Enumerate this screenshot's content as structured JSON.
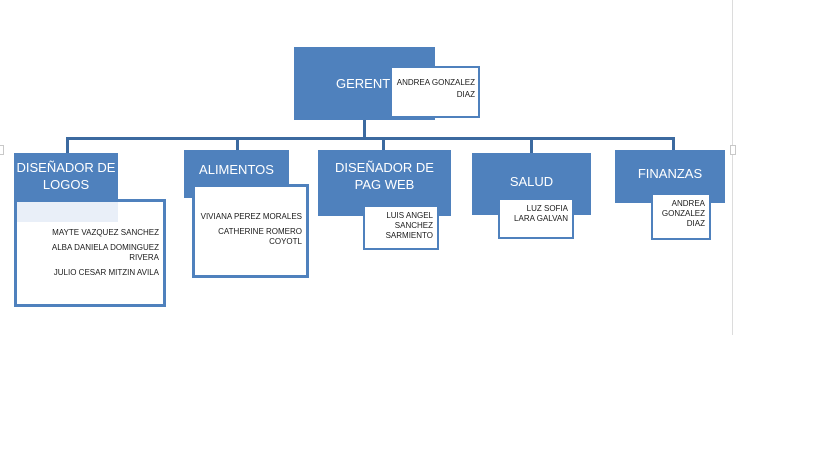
{
  "manager": {
    "title": "GERENTE",
    "name": "ANDREA GONZALEZ DIAZ"
  },
  "departments": [
    {
      "title": "DISEÑADOR DE LOGOS",
      "people": [
        "MAYTE VAZQUEZ SANCHEZ",
        "ALBA DANIELA DOMINGUEZ RIVERA",
        "JULIO CESAR MITZIN AVILA"
      ]
    },
    {
      "title": "ALIMENTOS",
      "people": [
        "VIVIANA PEREZ MORALES",
        "CATHERINE ROMERO COYOTL"
      ]
    },
    {
      "title": "DISEÑADOR DE PAG WEB",
      "people": [
        "LUIS ANGEL SANCHEZ SARMIENTO"
      ]
    },
    {
      "title": "SALUD",
      "people": [
        "LUZ SOFIA LARA GALVAN"
      ]
    },
    {
      "title": "FINANZAS",
      "people": [
        "ANDREA GONZALEZ DIAZ"
      ]
    }
  ],
  "colors": {
    "box": "#4f81bd",
    "connector": "#3c6aa0",
    "text": "#ffffff"
  }
}
